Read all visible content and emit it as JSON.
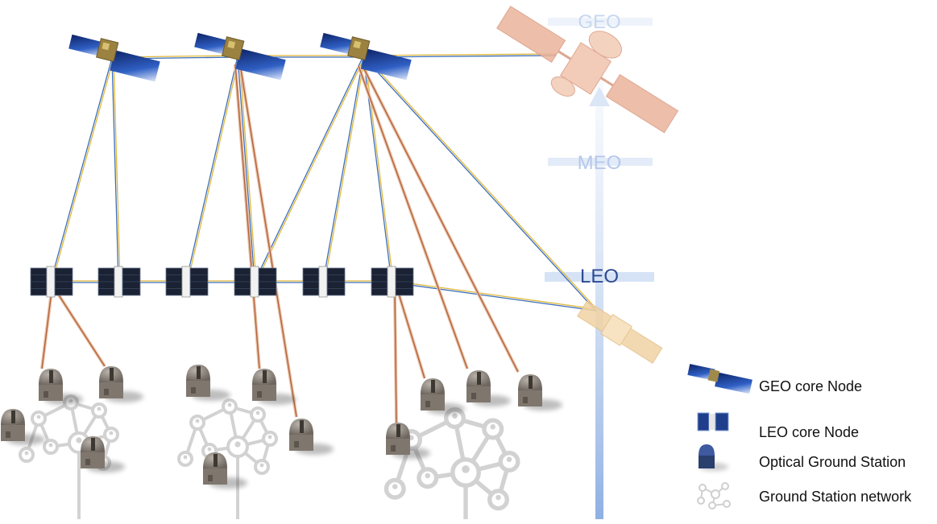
{
  "orbits": {
    "geo": "GEO",
    "meo": "MEO",
    "leo": "LEO"
  },
  "legend": {
    "geo_core_node": "GEO core Node",
    "leo_core_node": "LEO core Node",
    "optical_ground_station": "Optical Ground Station",
    "ground_station_network": "Ground Station network"
  },
  "colors": {
    "geo_label": "#c7d7ef",
    "meo_label": "#b6c8ea",
    "leo_label": "#2c4a93",
    "orbit_axis": "#aac0e8",
    "geo_relay_satellite": "#eab39b",
    "leo_relay_satellite": "#f2d3a4",
    "inter_satellite_link": "#d9b24a",
    "optical_downlink": "#b4633e",
    "solar_panel": "#1f3f8c",
    "leo_panel": "#1a2233",
    "ground_station": "#7f776e",
    "ground_network": "#cfcfcf"
  }
}
